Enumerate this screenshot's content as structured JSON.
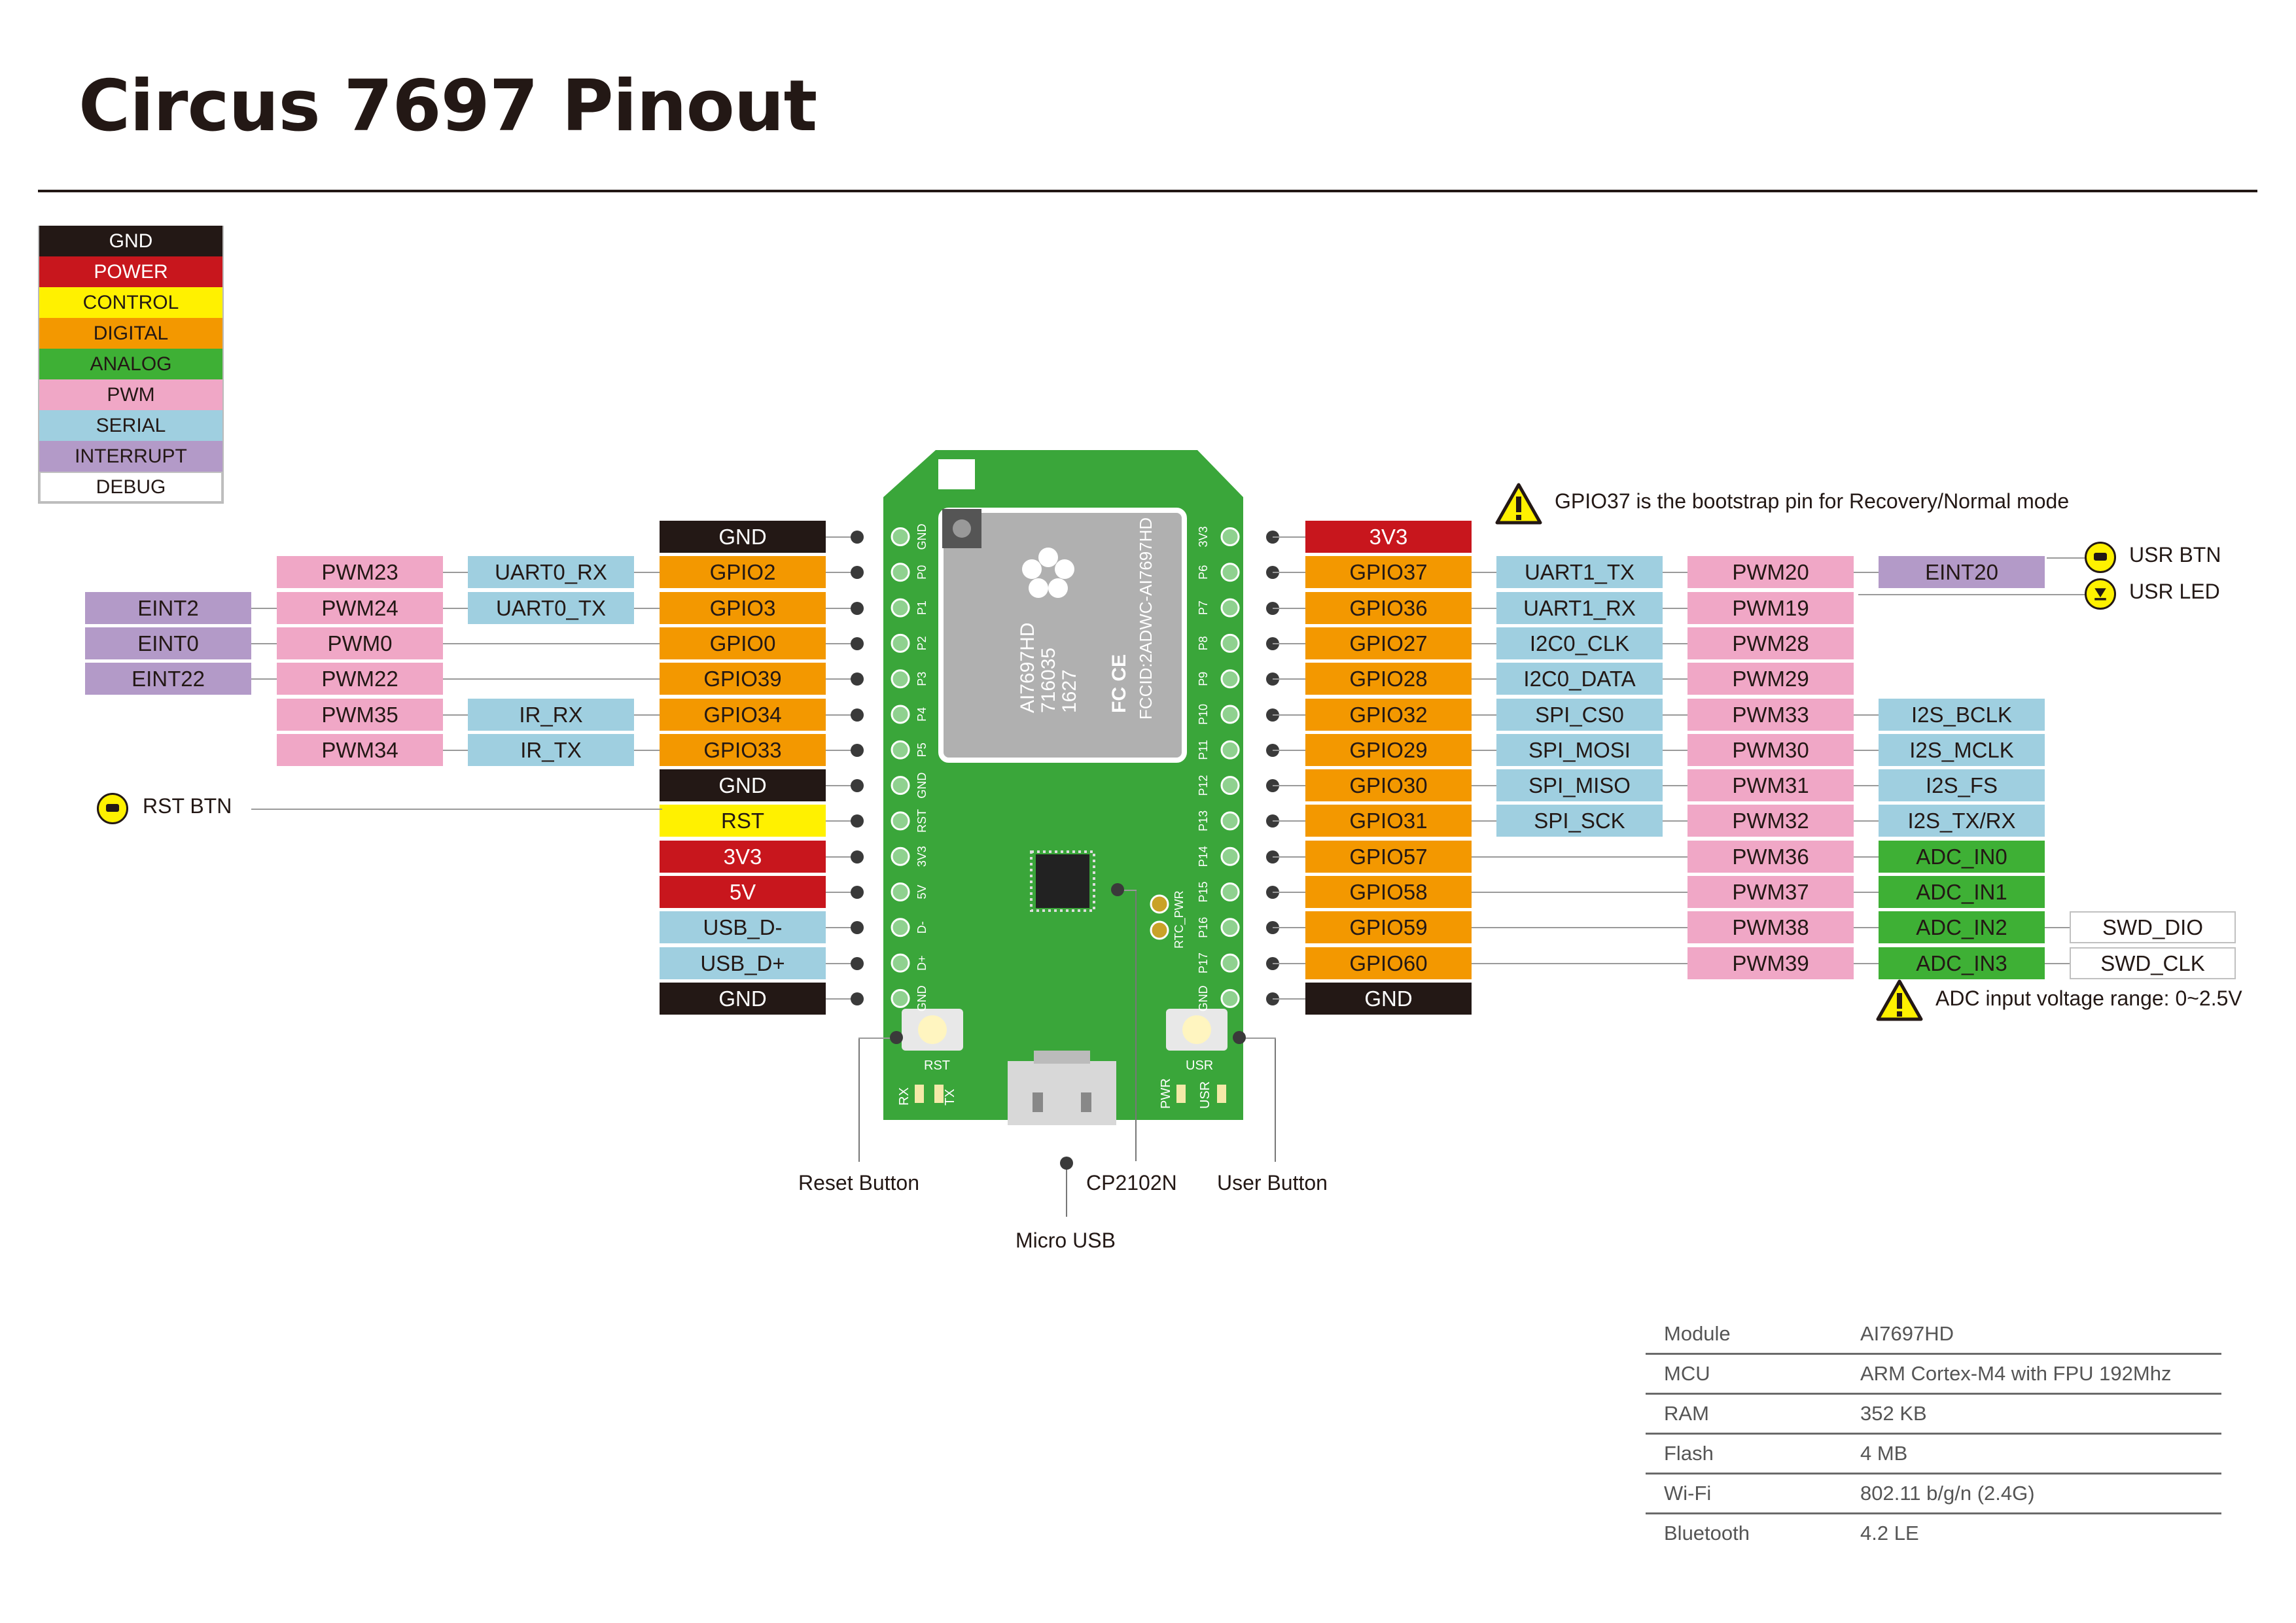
{
  "title": "Circus 7697 Pinout",
  "legend": [
    "GND",
    "POWER",
    "CONTROL",
    "DIGITAL",
    "ANALOG",
    "PWM",
    "SERIAL",
    "INTERRUPT",
    "DEBUG"
  ],
  "legend_colors": {
    "GND": "#231815",
    "POWER": "#c8161d",
    "CONTROL": "#fff100",
    "DIGITAL": "#f39800",
    "ANALOG": "#3eb035",
    "PWM": "#f0a7c6",
    "SERIAL": "#9fcfe0",
    "INTERRUPT": "#b39ac8",
    "DEBUG": "#ffffff"
  },
  "left_pins": [
    {
      "pin": "GND",
      "type": "gnd",
      "silk": "GND"
    },
    {
      "pin": "GPIO2",
      "type": "digital",
      "silk": "P0",
      "serial": "UART0_RX",
      "pwm": "PWM23"
    },
    {
      "pin": "GPIO3",
      "type": "digital",
      "silk": "P1",
      "serial": "UART0_TX",
      "pwm": "PWM24",
      "int": "EINT2"
    },
    {
      "pin": "GPIO0",
      "type": "digital",
      "silk": "P2",
      "pwm": "PWM0",
      "int": "EINT0"
    },
    {
      "pin": "GPIO39",
      "type": "digital",
      "silk": "P3",
      "pwm": "PWM22",
      "int": "EINT22"
    },
    {
      "pin": "GPIO34",
      "type": "digital",
      "silk": "P4",
      "serial": "IR_RX",
      "pwm": "PWM35"
    },
    {
      "pin": "GPIO33",
      "type": "digital",
      "silk": "P5",
      "serial": "IR_TX",
      "pwm": "PWM34"
    },
    {
      "pin": "GND",
      "type": "gnd",
      "silk": "GND"
    },
    {
      "pin": "RST",
      "type": "control",
      "silk": "RST"
    },
    {
      "pin": "3V3",
      "type": "power",
      "silk": "3V3"
    },
    {
      "pin": "5V",
      "type": "power",
      "silk": "5V"
    },
    {
      "pin": "USB_D-",
      "type": "serial",
      "silk": "D-"
    },
    {
      "pin": "USB_D+",
      "type": "serial",
      "silk": "D+"
    },
    {
      "pin": "GND",
      "type": "gnd",
      "silk": "GND"
    }
  ],
  "right_pins": [
    {
      "pin": "3V3",
      "type": "power",
      "silk": "3V3"
    },
    {
      "pin": "GPIO37",
      "type": "digital",
      "silk": "P6",
      "serial": "UART1_TX",
      "pwm": "PWM20",
      "extra": "EINT20",
      "extra_type": "int"
    },
    {
      "pin": "GPIO36",
      "type": "digital",
      "silk": "P7",
      "serial": "UART1_RX",
      "pwm": "PWM19"
    },
    {
      "pin": "GPIO27",
      "type": "digital",
      "silk": "P8",
      "serial": "I2C0_CLK",
      "pwm": "PWM28"
    },
    {
      "pin": "GPIO28",
      "type": "digital",
      "silk": "P9",
      "serial": "I2C0_DATA",
      "pwm": "PWM29"
    },
    {
      "pin": "GPIO32",
      "type": "digital",
      "silk": "P10",
      "serial": "SPI_CS0",
      "pwm": "PWM33",
      "extra": "I2S_BCLK",
      "extra_type": "serial"
    },
    {
      "pin": "GPIO29",
      "type": "digital",
      "silk": "P11",
      "serial": "SPI_MOSI",
      "pwm": "PWM30",
      "extra": "I2S_MCLK",
      "extra_type": "serial"
    },
    {
      "pin": "GPIO30",
      "type": "digital",
      "silk": "P12",
      "serial": "SPI_MISO",
      "pwm": "PWM31",
      "extra": "I2S_FS",
      "extra_type": "serial"
    },
    {
      "pin": "GPIO31",
      "type": "digital",
      "silk": "P13",
      "serial": "SPI_SCK",
      "pwm": "PWM32",
      "extra": "I2S_TX/RX",
      "extra_type": "serial"
    },
    {
      "pin": "GPIO57",
      "type": "digital",
      "silk": "P14",
      "pwm": "PWM36",
      "extra": "ADC_IN0",
      "extra_type": "analog"
    },
    {
      "pin": "GPIO58",
      "type": "digital",
      "silk": "P15",
      "pwm": "PWM37",
      "extra": "ADC_IN1",
      "extra_type": "analog"
    },
    {
      "pin": "GPIO59",
      "type": "digital",
      "silk": "P16",
      "pwm": "PWM38",
      "extra": "ADC_IN2",
      "extra_type": "analog",
      "debug": "SWD_DIO"
    },
    {
      "pin": "GPIO60",
      "type": "digital",
      "silk": "P17",
      "pwm": "PWM39",
      "extra": "ADC_IN3",
      "extra_type": "analog",
      "debug": "SWD_CLK"
    },
    {
      "pin": "GND",
      "type": "gnd",
      "silk": "GND"
    }
  ],
  "notes": {
    "bootstrap": "GPIO37 is the bootstrap pin for Recovery/Normal mode",
    "adc": "ADC input voltage range: 0~2.5V",
    "usr_btn": "USR BTN",
    "usr_led": "USR LED",
    "rst_btn": "RST BTN"
  },
  "board": {
    "module_text": [
      "AI7697HD",
      "716035",
      "1627"
    ],
    "fcc_text": "FCCID:2ADWC-AI7697HD",
    "ce_text": "FC CE",
    "rst_label": "RST",
    "usr_label": "USR",
    "rx_label": "RX",
    "tx_label": "TX",
    "pwr_label": "PWR",
    "usr_led_label": "USR",
    "rtc_label": "RTC_PWR"
  },
  "callouts": {
    "reset_button": "Reset Button",
    "cp2102n": "CP2102N",
    "user_button": "User Button",
    "micro_usb": "Micro USB"
  },
  "specs": [
    {
      "key": "Module",
      "value": "AI7697HD"
    },
    {
      "key": "MCU",
      "value": "ARM Cortex-M4 with FPU 192Mhz"
    },
    {
      "key": "RAM",
      "value": "352 KB"
    },
    {
      "key": "Flash",
      "value": "4 MB"
    },
    {
      "key": "Wi-Fi",
      "value": "802.11 b/g/n (2.4G)"
    },
    {
      "key": "Bluetooth",
      "value": "4.2 LE"
    }
  ]
}
